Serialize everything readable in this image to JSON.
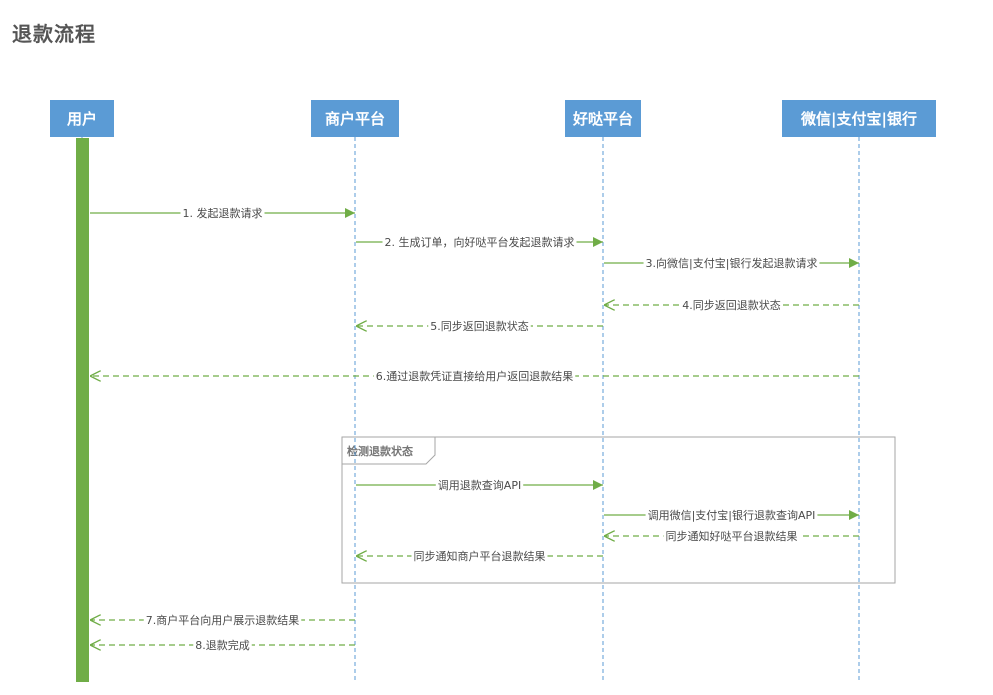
{
  "page": {
    "title": "退款流程"
  },
  "colors": {
    "actor_box": "#5b9bd5",
    "lifeline": "#5b9bd5",
    "activation": "#70ad47",
    "message": "#70ad47",
    "frame_border": "#a6a6a6"
  },
  "actors": [
    {
      "id": "user",
      "label": "用户"
    },
    {
      "id": "merchant",
      "label": "商户平台"
    },
    {
      "id": "haoda",
      "label": "好哒平台"
    },
    {
      "id": "pay",
      "label": "微信|支付宝|银行"
    }
  ],
  "messages": [
    {
      "from": "user",
      "to": "merchant",
      "label": "1. 发起退款请求",
      "style": "solid"
    },
    {
      "from": "merchant",
      "to": "haoda",
      "label": "2. 生成订单，向好哒平台发起退款请求",
      "style": "solid"
    },
    {
      "from": "haoda",
      "to": "pay",
      "label": "3.向微信|支付宝|银行发起退款请求",
      "style": "solid"
    },
    {
      "from": "pay",
      "to": "haoda",
      "label": "4.同步返回退款状态",
      "style": "dashed"
    },
    {
      "from": "haoda",
      "to": "merchant",
      "label": "5.同步返回退款状态",
      "style": "dashed"
    },
    {
      "from": "pay",
      "to": "user",
      "label": "6.通过退款凭证直接给用户返回退款结果",
      "style": "dashed"
    },
    {
      "from": "merchant",
      "to": "haoda",
      "label": "调用退款查询API",
      "style": "solid"
    },
    {
      "from": "haoda",
      "to": "pay",
      "label": "调用微信|支付宝|银行退款查询API",
      "style": "solid"
    },
    {
      "from": "pay",
      "to": "haoda",
      "label": "同步通知好哒平台退款结果",
      "style": "dashed"
    },
    {
      "from": "haoda",
      "to": "merchant",
      "label": "同步通知商户平台退款结果",
      "style": "dashed"
    },
    {
      "from": "merchant",
      "to": "user",
      "label": "7.商户平台向用户展示退款结果",
      "style": "dashed"
    },
    {
      "from": "merchant",
      "to": "user",
      "label": "8.退款完成",
      "style": "dashed"
    }
  ],
  "frame": {
    "label": "检测退款状态"
  }
}
